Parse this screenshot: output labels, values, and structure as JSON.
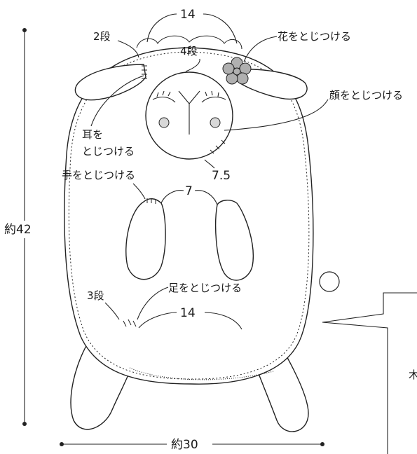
{
  "labels": {
    "head_width": "14",
    "ear_rows": "2段",
    "head_rows": "4段",
    "flower": "花をとじつける",
    "face": "顔をとじつける",
    "ear_line1": "耳を",
    "ear_line2": "とじつける",
    "face_height": "7.5",
    "arms": "手をとじつける",
    "arm_gap": "7",
    "height": "約42",
    "leg_rows": "3段",
    "legs": "足をとじつける",
    "bottom_width": "14",
    "total_width": "約30",
    "callout_char": "木"
  },
  "colors": {
    "line": "#222222",
    "flower_fill": "#b0b0b0",
    "cheek_fill": "#d8d8d8",
    "background": "#ffffff"
  }
}
